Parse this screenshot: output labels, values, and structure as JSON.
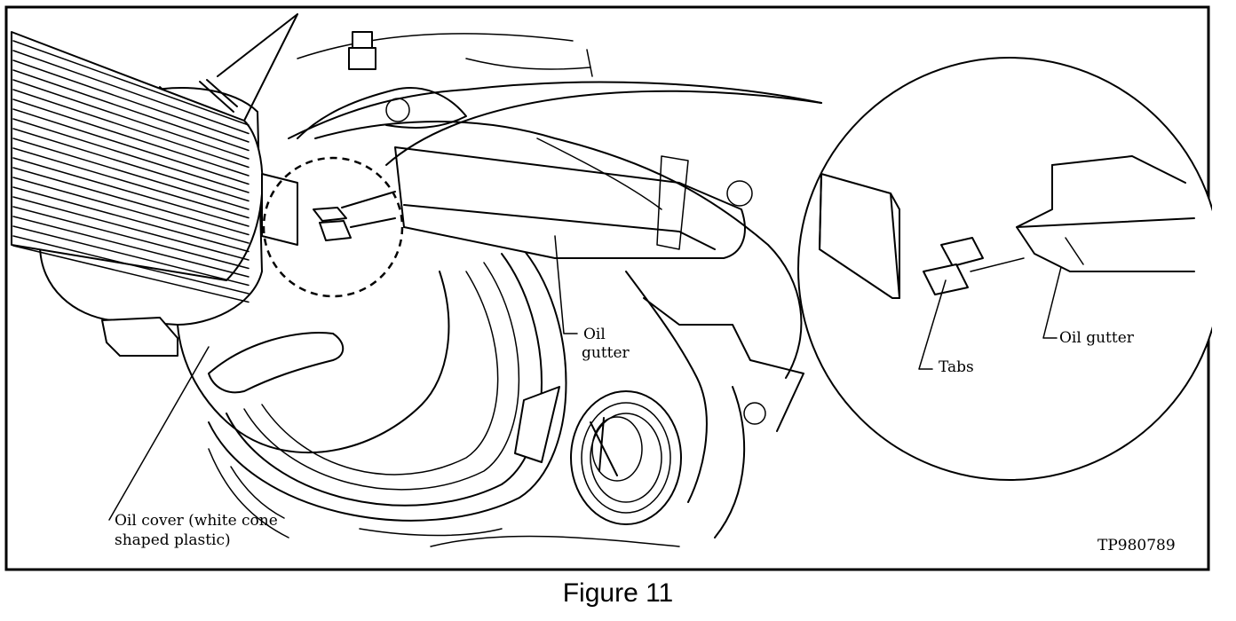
{
  "figure": {
    "caption": "Figure 11",
    "code": "TP980789"
  },
  "labels": {
    "oil_cover_line1": "Oil cover (white cone",
    "oil_cover_line2": "shaped plastic)",
    "oil_gutter_main_line1": "Oil",
    "oil_gutter_main_line2": "gutter",
    "oil_gutter_detail": "Oil gutter",
    "tabs": "Tabs"
  }
}
